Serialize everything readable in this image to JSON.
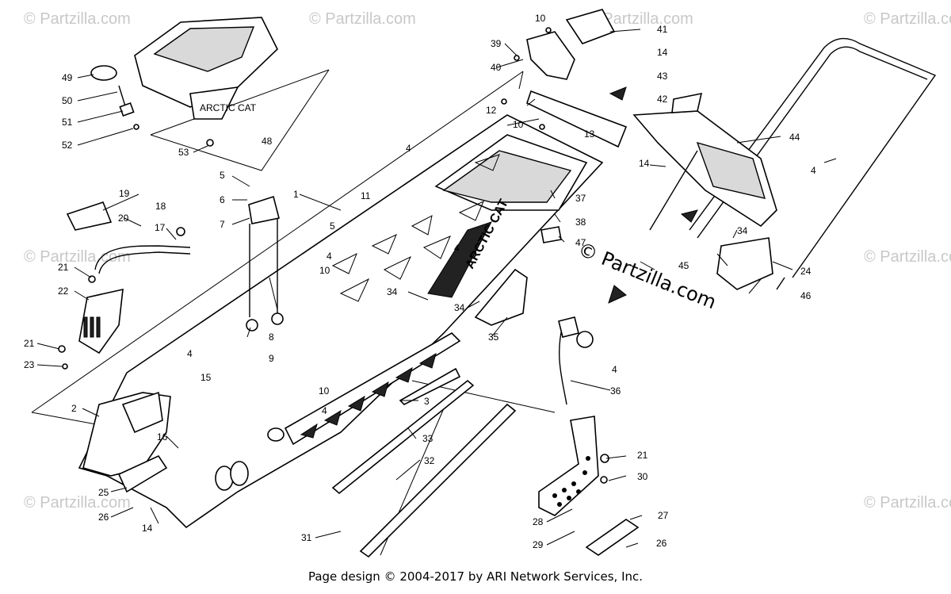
{
  "diagram": {
    "watermark_text": "© Partzilla.com",
    "brand_watermark": "© Partzilla.com",
    "decal_text": "ARCTIC CAT",
    "footer": "Page design © 2004-2017 by ARI Network Services, Inc.",
    "callouts": [
      "1",
      "2",
      "3",
      "4",
      "5",
      "6",
      "7",
      "8",
      "9",
      "10",
      "11",
      "12",
      "13",
      "14",
      "15",
      "16",
      "17",
      "18",
      "19",
      "20",
      "21",
      "22",
      "23",
      "24",
      "25",
      "26",
      "27",
      "28",
      "29",
      "30",
      "31",
      "32",
      "33",
      "34",
      "35",
      "36",
      "37",
      "38",
      "39",
      "40",
      "41",
      "42",
      "43",
      "44",
      "45",
      "46",
      "47",
      "48",
      "49",
      "50",
      "51",
      "52",
      "53"
    ]
  }
}
